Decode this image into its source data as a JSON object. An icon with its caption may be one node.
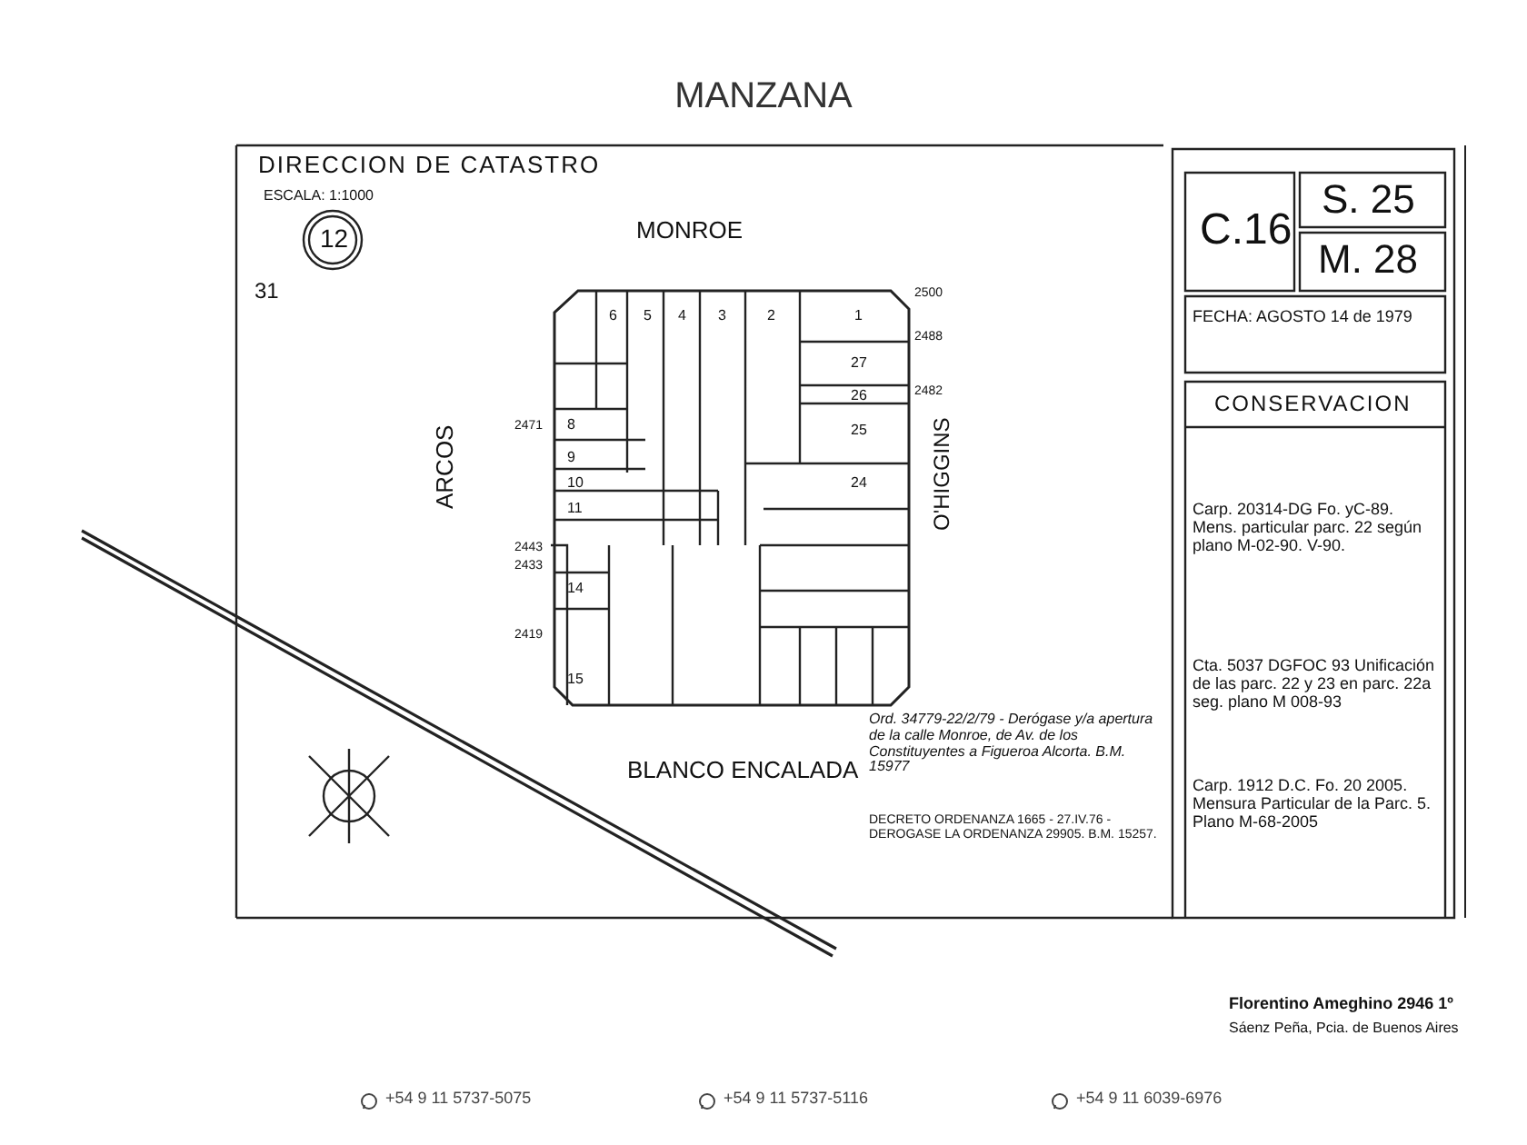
{
  "diagram": {
    "title": "MANZANA",
    "labels": [
      "DIRECCION DE CATASTRO",
      "ESCALA: 1:1000",
      "12",
      "31",
      "MONROE",
      "ARCOS",
      "O'HIGGINS",
      "BLANCO ENCALADA",
      "C.16",
      "S. 25",
      "M. 28",
      "FECHA: AGOSTO 14 de 1979",
      "CONSERVACION",
      "Carp. 20314-DG Fo. yC-89. Mens. particular parc. 22 según plano M-02-90. V-90.",
      "Cta. 5037 DGFOC 93 Unificación de las parc. 22 y 23 en parc. 22a seg. plano M 008-93",
      "Carp. 1912 D.C. Fo. 20 2005. Mensura Particular de la Parc. 5. Plano M-68-2005",
      "Ord. 34779-22/2/79 - Derógase y/a apertura de la calle Monroe, de Av. de los Constituyentes a Figueroa Alcorta. B.M. 15977",
      "DECRETO ORDENANZA 1665 - 27.IV.76 - DEROGASE LA ORDENANZA 29905. B.M. 15257.",
      "6",
      "5",
      "4",
      "3",
      "2",
      "1",
      "27",
      "26",
      "25",
      "24",
      "8",
      "9",
      "10",
      "11",
      "14",
      "15",
      "2500",
      "2488",
      "2482",
      "2471",
      "2443",
      "2433",
      "2419",
      "+54 9 11 5737-5075",
      "+54 9 11 5737-5116",
      "+54 9 11 6039-6976",
      "Florentino Ameghino 2946 1º",
      "Sáenz Peña, Pcia. de Buenos Aires"
    ]
  }
}
